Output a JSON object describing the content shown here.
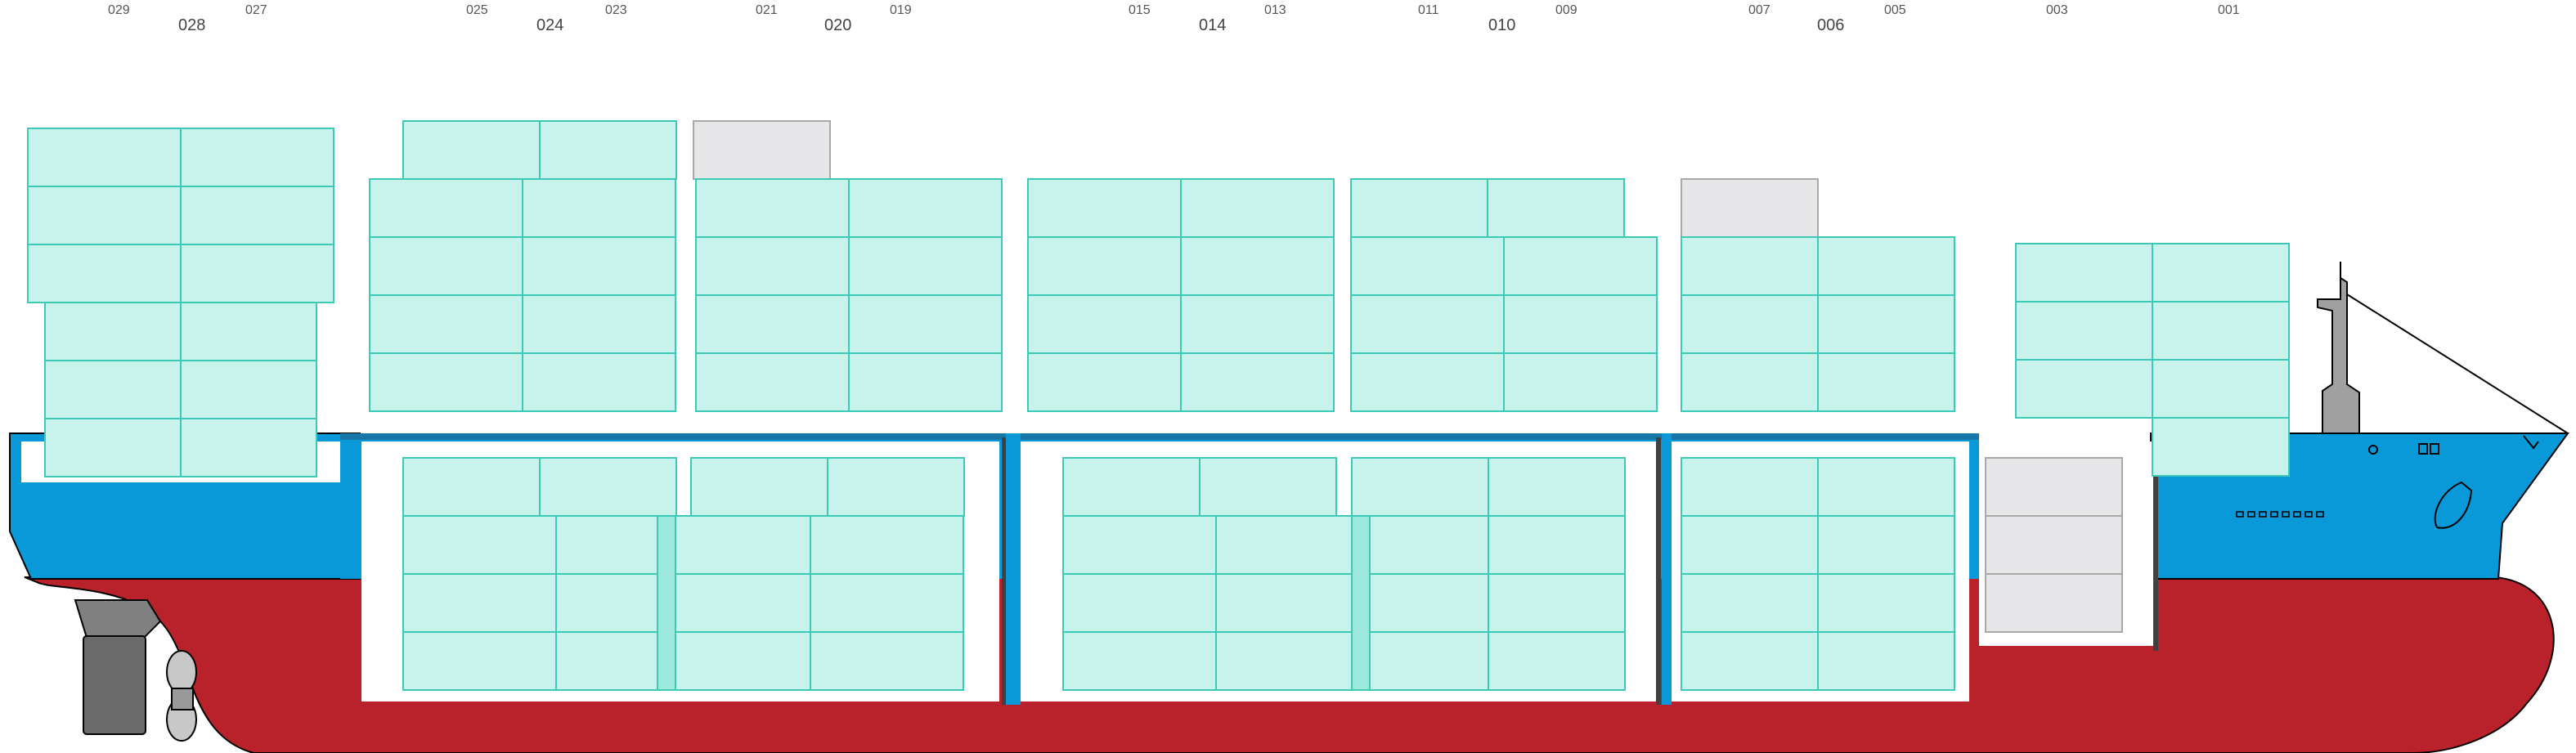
{
  "colors": {
    "hull_red": "#b9222a",
    "hull_blue": "#0a99d8",
    "deck_blue": "#0a99d8",
    "container_fill": "#c8f2ec",
    "container_stroke": "#3ccab6",
    "container_highlight": "#9ce8dc",
    "empty_slot_fill": "#e6e6e8",
    "empty_slot_stroke": "#a8a8a8",
    "bulkhead": "#404040",
    "rudder": "#6b6b6b",
    "propeller": "#c8c8c8"
  },
  "bay_labels": [
    {
      "text": "029",
      "kind": "small"
    },
    {
      "text": "028",
      "kind": "main"
    },
    {
      "text": "027",
      "kind": "small"
    },
    {
      "text": "025",
      "kind": "small"
    },
    {
      "text": "024",
      "kind": "main"
    },
    {
      "text": "023",
      "kind": "small"
    },
    {
      "text": "021",
      "kind": "small"
    },
    {
      "text": "020",
      "kind": "main"
    },
    {
      "text": "019",
      "kind": "small"
    },
    {
      "text": "015",
      "kind": "small"
    },
    {
      "text": "014",
      "kind": "main"
    },
    {
      "text": "013",
      "kind": "small"
    },
    {
      "text": "011",
      "kind": "small"
    },
    {
      "text": "010",
      "kind": "main"
    },
    {
      "text": "009",
      "kind": "small"
    },
    {
      "text": "007",
      "kind": "small"
    },
    {
      "text": "006",
      "kind": "main"
    },
    {
      "text": "005",
      "kind": "small"
    },
    {
      "text": "003",
      "kind": "small"
    },
    {
      "text": "001",
      "kind": "small"
    }
  ]
}
